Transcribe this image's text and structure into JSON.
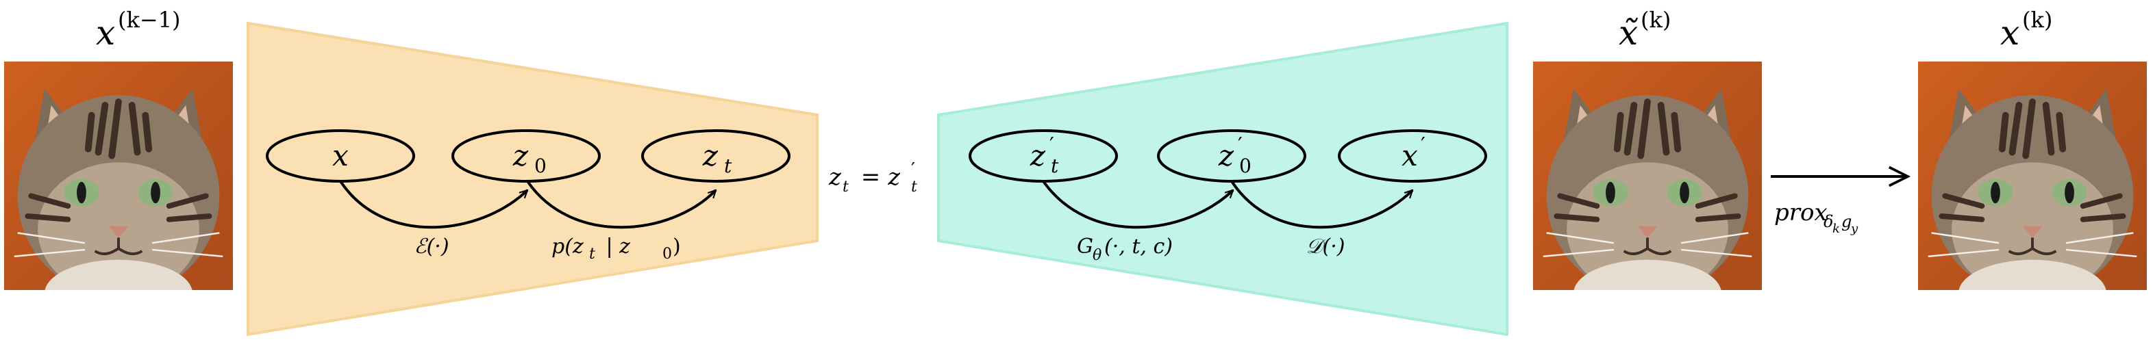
{
  "colors": {
    "encoder_fill": "#fbe0b3",
    "encoder_stroke": "#f6d399",
    "decoder_fill": "#c3f4e8",
    "decoder_stroke": "#a7ecdb",
    "cat_background": "#c2561f",
    "cat_fur": "#8c7a66",
    "cat_stripe": "#3d2f26",
    "cat_eye": "#8fb37d",
    "line": "#000000"
  },
  "icons": {
    "cat_photo": "cat-photo-icon"
  },
  "labels": {
    "x_prev": "x",
    "x_prev_sup": "(k−1)",
    "x_tilde": "x̃",
    "x_tilde_sup": "(k)",
    "x_k": "x",
    "x_k_sup": "(k)",
    "equality": "z",
    "equality_sub_left": "t",
    "equality_mid": " = z",
    "equality_prime": "′",
    "equality_sub_right": "t"
  },
  "encoder": {
    "nodes": [
      {
        "main": "x",
        "sub": "",
        "prime": ""
      },
      {
        "main": "z",
        "sub": "0",
        "prime": ""
      },
      {
        "main": "z",
        "sub": "t",
        "prime": ""
      }
    ],
    "edges": [
      {
        "label": "ℰ(·)"
      },
      {
        "label": "p(z",
        "label_sub": "t",
        "label_rest": " | z",
        "label_sub2": "0",
        "label_end": ")"
      }
    ]
  },
  "decoder": {
    "nodes": [
      {
        "main": "z",
        "sub": "t",
        "prime": "′"
      },
      {
        "main": "z",
        "sub": "0",
        "prime": "′"
      },
      {
        "main": "x",
        "sub": "",
        "prime": "′"
      }
    ],
    "edges": [
      {
        "label": "G",
        "label_sub": "θ",
        "label_rest": "(·, t, c)"
      },
      {
        "label": "𝒟(·)"
      }
    ]
  },
  "prox": {
    "label": "prox",
    "label_sub": "δ",
    "label_sub2": "k",
    "label_sub3": "g",
    "label_sub4": "y"
  }
}
